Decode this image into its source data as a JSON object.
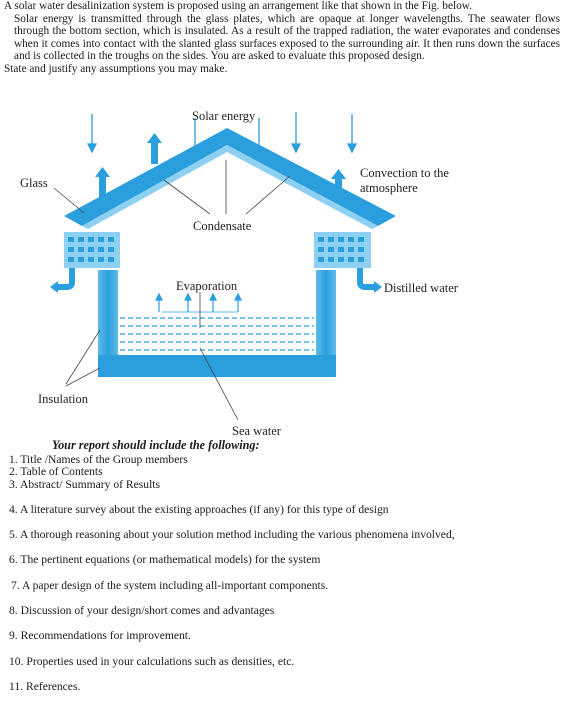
{
  "intro": [
    "A solar water desalinization system is proposed using an arrangement like that shown in the Fig. below.",
    "Solar energy is transmitted through the glass plates, which are opaque at longer wavelengths. The seawater flows through the bottom section, which is insulated. As a result of the trapped radiation, the water evaporates and condenses when it comes into contact with the slanted glass surfaces exposed to the surrounding air. It then runs down the surfaces and is collected in the troughs on the sides. You are asked to evaluate this proposed design.",
    "State and justify any assumptions you may make."
  ],
  "figure": {
    "labels": {
      "solar_energy": "Solar energy",
      "glass": "Glass",
      "convection_line1": "Convection to the",
      "convection_line2": "atmosphere",
      "condensate": "Condensate",
      "evaporation": "Evaporation",
      "distilled_water": "Distilled water",
      "insulation": "Insulation",
      "sea_water": "Sea water"
    },
    "colors": {
      "blue": "#2b9fde",
      "light_blue": "#8ed0f2",
      "dark_blue": "#1f80bd"
    }
  },
  "report": {
    "heading": "Your report should include the following:",
    "items": [
      "1. Title /Names of the Group members",
      "2. Table of Contents",
      "3. Abstract/ Summary of Results",
      "4. A literature survey about the existing approaches (if any) for this type of design",
      "5. A thorough reasoning about your solution method including the various phenomena involved,",
      "6.  The pertinent equations (or mathematical models) for the system",
      "7. A paper design of the system including   all-important components.",
      "8. Discussion of your design/short comes and advantages",
      "9. Recommendations for improvement.",
      "10. Properties used in your calculations such as densities, etc.",
      "11.  References."
    ]
  }
}
